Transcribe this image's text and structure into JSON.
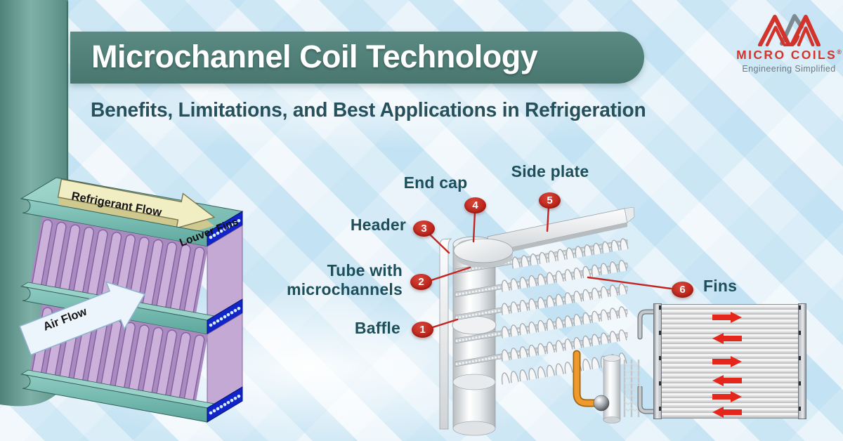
{
  "page": {
    "title": "Microchannel Coil Technology",
    "subtitle": "Benefits, Limitations, and Best Applications in Refrigeration"
  },
  "logo": {
    "name": "MICRO COILS",
    "registered_mark": "®",
    "tagline": "Engineering Simplified"
  },
  "coil_3d": {
    "refrigerant_flow_label": "Refrigerant Flow",
    "air_flow_label": "Air Flow",
    "louver_fins_label": "Louver Fins"
  },
  "exploded_view": {
    "parts": [
      {
        "num": "1",
        "label": "Baffle"
      },
      {
        "num": "2",
        "label": "Tube with microchannels",
        "label_line1": "Tube with",
        "label_line2": "microchannels"
      },
      {
        "num": "3",
        "label": "Header"
      },
      {
        "num": "4",
        "label": "End cap"
      },
      {
        "num": "5",
        "label": "Side plate"
      },
      {
        "num": "6",
        "label": "Fins"
      }
    ]
  },
  "flat_coil": {
    "flow_arrows": [
      "right",
      "left",
      "right",
      "left",
      "right",
      "left"
    ]
  },
  "colors": {
    "accent_red": "#c2251f",
    "arrow_red": "#e5271b",
    "banner_teal": "#4e7d78",
    "label_teal": "#1d4f5a",
    "logo_red": "#d2342b",
    "logo_gray": "#6d7a80",
    "background_blue": "#d9ecf7",
    "pillar_teal": "#6fa29a",
    "fin_purple": "#c4a9d4",
    "tube_teal": "#7bbdb4",
    "port_blue": "#1024c8"
  }
}
